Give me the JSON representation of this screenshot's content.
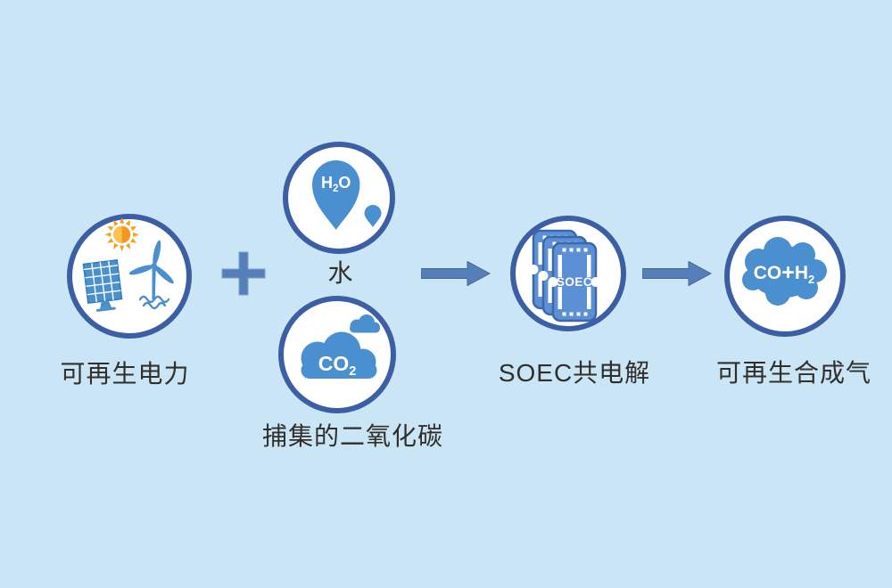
{
  "canvas": {
    "background": "#c9e5f6"
  },
  "palette": {
    "circle_border": "#3b5ea4",
    "circle_fill": "#ffffff",
    "icon_blue": "#4a8fd0",
    "panel_blue": "#4a90cc",
    "connector_blue": "#567fb9",
    "connector_edge": "#45689c",
    "soec_plate_fill": "#5c90d4",
    "soec_plate_stroke": "#3c67ad",
    "sun_orange": "#f2981e",
    "sun_light_orange": "#fbc34c",
    "label_color": "#322e29"
  },
  "nodes": {
    "renewable_power": {
      "label": "可再生电力",
      "icons": [
        "sun-icon",
        "solar-panel-icon",
        "wind-turbine-icon",
        "waves-icon"
      ]
    },
    "water": {
      "label": "水",
      "icon": "water-droplet-icon",
      "formula": {
        "p1": "H",
        "sub": "2",
        "p2": "O"
      }
    },
    "captured_co2": {
      "label": "捕集的二氧化碳",
      "icon": "co2-cloud-icon",
      "formula": {
        "p1": "CO",
        "sub": "2"
      }
    },
    "soec": {
      "label": "SOEC共电解",
      "icon": "soec-stack-icon",
      "stack_label": "SOEC"
    },
    "syngas": {
      "label": "可再生合成气",
      "icon": "syngas-cloud-icon",
      "formula": {
        "p1": "CO",
        "plus": "+",
        "p2": "H",
        "sub": "2"
      }
    }
  },
  "operators": {
    "plus_symbol": "+",
    "arrow_direction": "right"
  }
}
